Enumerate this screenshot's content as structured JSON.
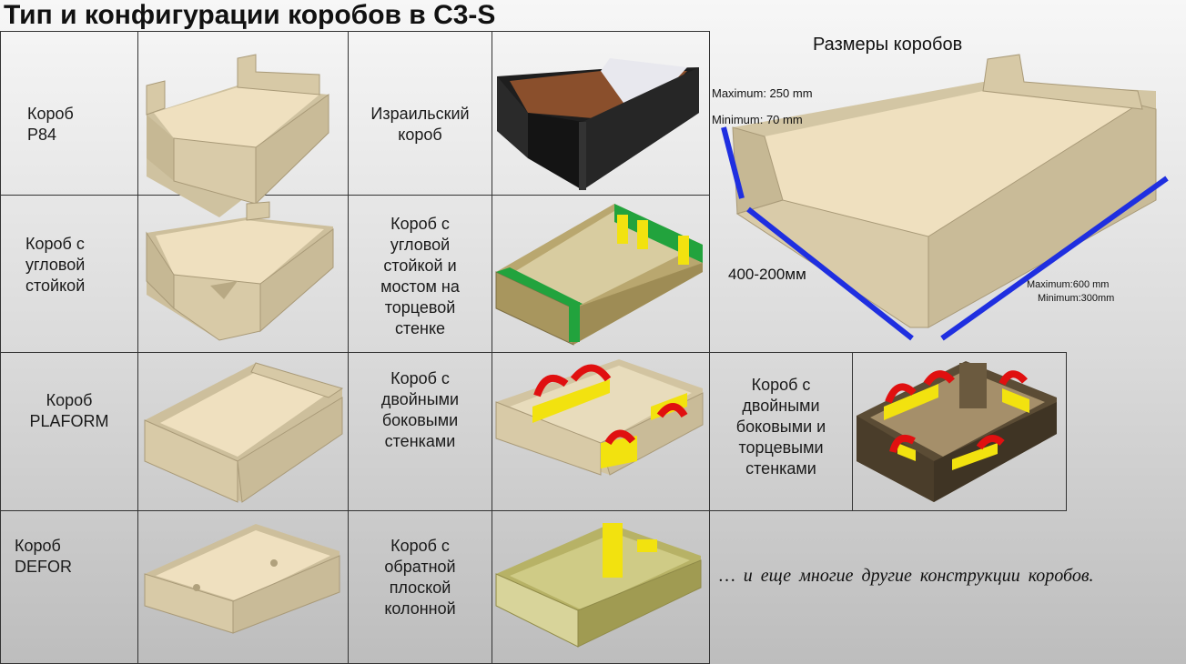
{
  "title": "Тип и конфигурации коробов в С3-S",
  "rows": [
    {
      "left": "Короб\nР84",
      "right": "Израильский\nкороб"
    },
    {
      "left": "Короб с\nугловой\nстойкой",
      "right": "Короб с\nугловой\nстойкой и\nмостом на\nторцевой\nстенке"
    },
    {
      "left": "Короб\nPLAFORM",
      "right": "Короб с\nдвойными\nбоковыми\nстенками",
      "extra": "Короб с\nдвойными\nбоковыми и\nторцевыми\nстенками"
    },
    {
      "left": "Короб\nDEFOR",
      "right": "Короб с\nобратной\nплоской\nколонной"
    }
  ],
  "dimensions": {
    "title": "Размеры коробов",
    "height_max": "Maximum: 250 mm",
    "height_min": "Minimum: 70 mm",
    "width_range": "400-200мм",
    "length_max": "Maximum:600   mm",
    "length_min": "Minimum:300mm"
  },
  "note": "… и еще многие другие конструкции коробов.",
  "colors": {
    "cardboard": "#d6c9a8",
    "black_box": "#222222",
    "green": "#1aa53a",
    "yellow": "#f2e20f",
    "red_arrow": "#e01010",
    "blue": "#1f2fe0"
  }
}
